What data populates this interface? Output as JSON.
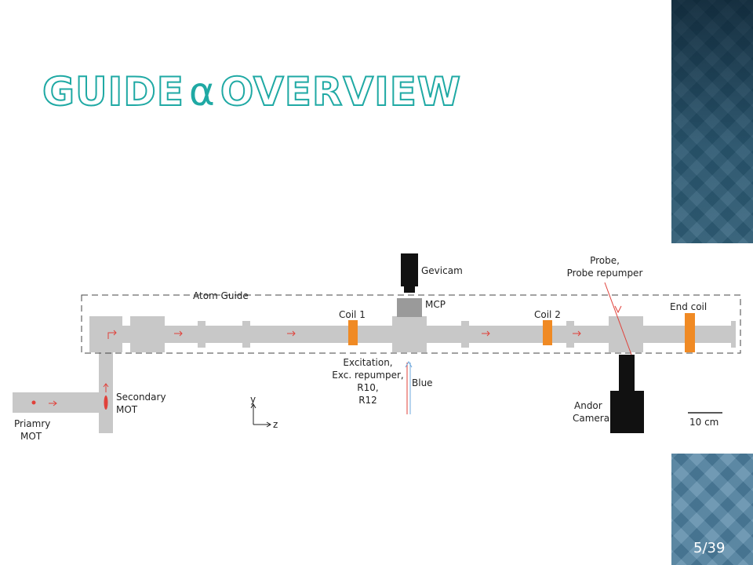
{
  "slide": {
    "title_left": "GUIDE",
    "title_symbol": "α",
    "title_right": "OVERVIEW",
    "page": "5/39"
  },
  "labels": {
    "gevicam": "Gevicam",
    "mcp": "MCP",
    "probe_line1": "Probe,",
    "probe_line2": "Probe repumper",
    "atom_guide": "Atom Guide",
    "coil1": "Coil 1",
    "coil2": "Coil 2",
    "end_coil": "End coil",
    "excitation_line1": "Excitation,",
    "excitation_line2": "Exc. repumper,",
    "excitation_line3": "R10,",
    "excitation_line4": "R12",
    "blue": "Blue",
    "secondary_line1": "Secondary",
    "secondary_line2": "MOT",
    "primary_line1": "Priamry",
    "primary_line2": "MOT",
    "axis_y": "y",
    "axis_z": "z",
    "andor_line1": "Andor",
    "andor_line2": "Camera",
    "scale": "10 cm"
  },
  "colors": {
    "accent": "#1fa9a4",
    "tube": "#c8c8c8",
    "coil": "#f08a24",
    "beam_red": "#e0413a",
    "beam_blue": "#6fa8dc",
    "camera": "#111111",
    "mcp": "#9a9a9a"
  }
}
